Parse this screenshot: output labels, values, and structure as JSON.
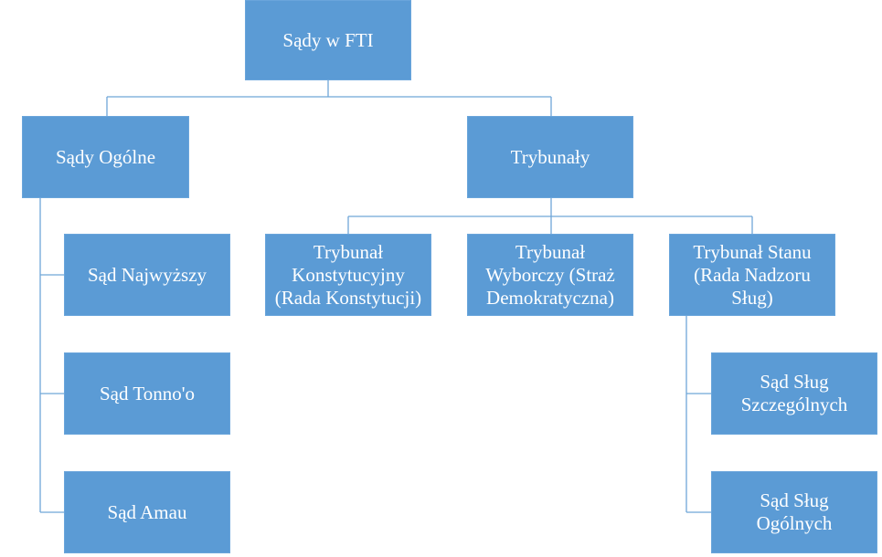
{
  "diagram": {
    "root": {
      "label": "Sądy w FTI"
    },
    "general_courts": {
      "label": "Sądy Ogólne",
      "children": [
        {
          "label": "Sąd Najwyższy"
        },
        {
          "label": "Sąd Tonno'o"
        },
        {
          "label": "Sąd Amau"
        }
      ]
    },
    "tribunals": {
      "label": "Trybunały",
      "children": [
        {
          "lines": [
            "Trybunał",
            "Konstytucyjny",
            "(Rada Konstytucji)"
          ]
        },
        {
          "lines": [
            "Trybunał",
            "Wyborczy (Straż",
            "Demokratyczna)"
          ]
        },
        {
          "lines": [
            "Trybunał Stanu",
            "(Rada Nadzoru",
            "Sług)"
          ]
        }
      ]
    },
    "state_tribunal_children": [
      {
        "lines": [
          "Sąd Sług",
          "Szczególnych"
        ]
      },
      {
        "lines": [
          "Sąd Sług",
          "Ogólnych"
        ]
      }
    ]
  },
  "colors": {
    "node_fill": "#5b9bd5",
    "node_text": "#ffffff",
    "connector": "#6fa6d8"
  }
}
